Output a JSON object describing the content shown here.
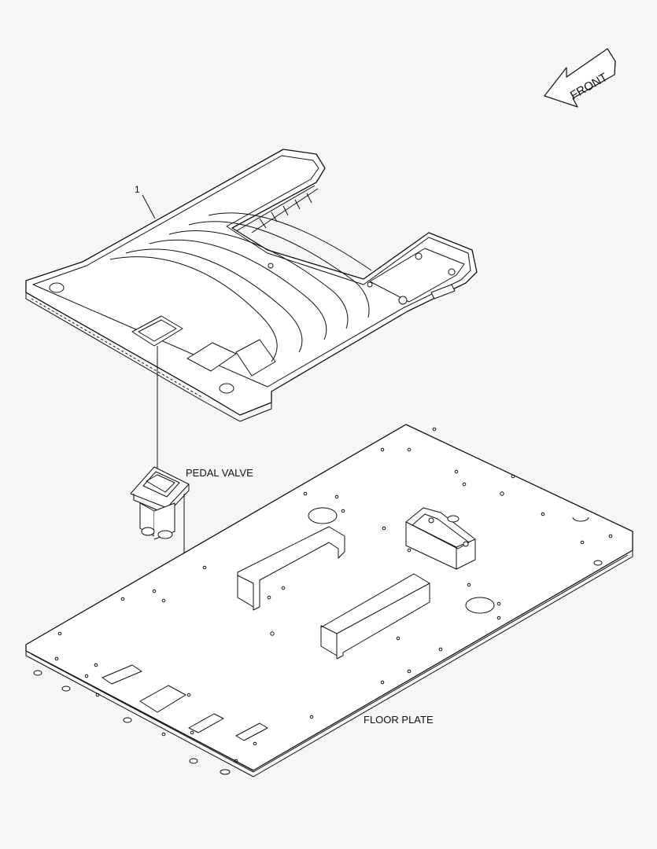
{
  "labels": {
    "callout": "1",
    "pedal_valve": "PEDAL VALVE",
    "floor_plate": "FLOOR PLATE",
    "front": "FRONT"
  },
  "icons": {
    "front_arrow": "front-arrow-icon"
  },
  "colors": {
    "background": "#f6f6f6",
    "line": "#111111",
    "part_fill": "#ffffff"
  }
}
